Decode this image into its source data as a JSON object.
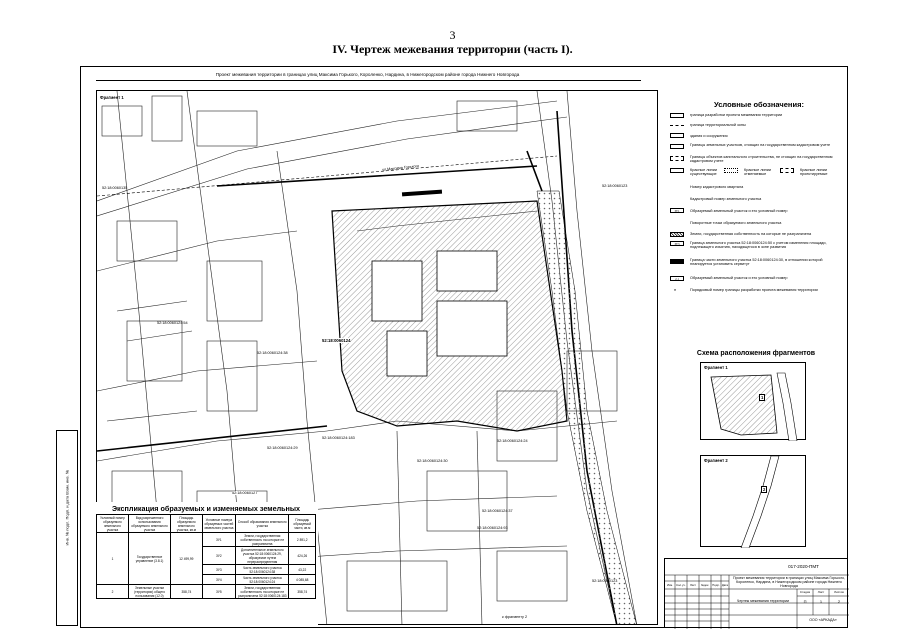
{
  "page_number": "3",
  "document_title": "IV.  Чертеж межевания территории (часть I).",
  "project_title": "Проект межевания территории в границах улиц Максима Горького, Короленко, Нардина, в Нижегородском районе города Нижнего Новгорода",
  "map": {
    "fragment_label": "Фрагмент 1",
    "street_label": "ул.Максима Горького",
    "parcel_labels": [
      "52:18:0060135",
      "52:18:0060123",
      "52:18:0060124",
      "52:18:0060124:38",
      "52:18:0060124:183",
      "52:18:0060124:29",
      "52:18:0060124:24",
      "52:18:0060124:30",
      "52:18:0060124:37",
      "52:18:0060123",
      "52:18:0060124:93",
      "52:18:0060124:54",
      "52:18:0060127"
    ],
    "fragment2_label": "к фрагменту 2"
  },
  "legend": {
    "title": "Условные обозначения:",
    "items": [
      "граница разработки проекта межевания территории",
      "граница территориальной зоны",
      "здания и сооружения",
      "Границы земельных участков, стоящих на государственном кадастровом учете",
      "Границы объектов капитального строительства, не стоящих на государственном кадастровом учете",
      "Красные линии существующие",
      "Красные линии отменяемые",
      "Красные линии проектируемые",
      "Номер кадастрового квартала",
      "Кадастровый номер земельного участка",
      "Образуемый земельный участок и его условный номер",
      "Поворотные точки образуемого земельного участка",
      "Земли, государственная собственность на которые не разграничена",
      "Граница земельного участка 52:18:0060124:50 с учетом изменения площади, подлежащего изъятию, находящегося в зоне развития",
      "Граница части земельного участка 52:18:0060124:30, в отношении которой планируется установить сервитут",
      "Образуемый земельный участок и его условный номер",
      "Порядковый номер границы разработки проекта межевания территории"
    ],
    "symbols": [
      "ЗУ1",
      "ЗУ3",
      "2.1",
      "н"
    ]
  },
  "fragments_scheme": {
    "title": "Схема расположения фрагментов",
    "fragment1": "Фрагмент 1",
    "fragment2": "Фрагмент 2",
    "marker1": "1",
    "marker2": "2"
  },
  "explication": {
    "title": "Экспликация образуемых и изменяемых земельных участков",
    "headers": [
      "Условный номер образуемого земельного участка",
      "Вид разрешенного использования образуемого земельного участка",
      "Площадь образуемого земельного участка, кв.м",
      "Условные номера образуемых частей земельного участка",
      "Способ образования земельного участка",
      "Площадь образуемой части, кв.м"
    ],
    "rows": [
      {
        "num": "1",
        "use": "Государственное управление (3.8.1)",
        "area": "12 499,99",
        "parts": [
          "ЗУ1",
          "ЗУ2",
          "ЗУ3",
          "ЗУ4"
        ],
        "methods": [
          "Земли, государственная собственность на которые не разграничена",
          "Дополнительное земельного участка 52:18:0060124:29, образуемое путем перераспределения",
          "Часть земельного участка 52:18:0060124:38",
          "Часть земельного участка 52:18:0060124:24"
        ],
        "part_areas": [
          "2 891,2",
          "424,26",
          "43,22",
          "4 085,68"
        ]
      },
      {
        "num": "2",
        "use": "Земельные участки (территории) общего пользования (12.0)",
        "area": "358,74",
        "parts": [
          "ЗУ5"
        ],
        "methods": [
          "Земли, государственная собственность на которые не разграничена 52:18:0060124:183"
        ],
        "part_areas": [
          "358,74"
        ]
      }
    ]
  },
  "stamp": {
    "code": "017-2020-ПМТ",
    "description": "Проект межевания территории в границах улиц Максима Горького, Короленко, Нардина, в Нижегородском районе города Нижнего Новгорода",
    "sheet_name": "Чертеж межевания территории",
    "stage": "П",
    "sheet": "1",
    "sheets": "2",
    "org": "ООО «АРКАДА»",
    "col_labels": [
      "Изм.",
      "Кол.уч.",
      "Лист",
      "№док.",
      "Подп.",
      "Дата"
    ],
    "stage_labels": [
      "Стадия",
      "Лист",
      "Листов"
    ]
  },
  "side_strip": "Инв. № подл.     Подп. и дата     Взам. инв. №"
}
